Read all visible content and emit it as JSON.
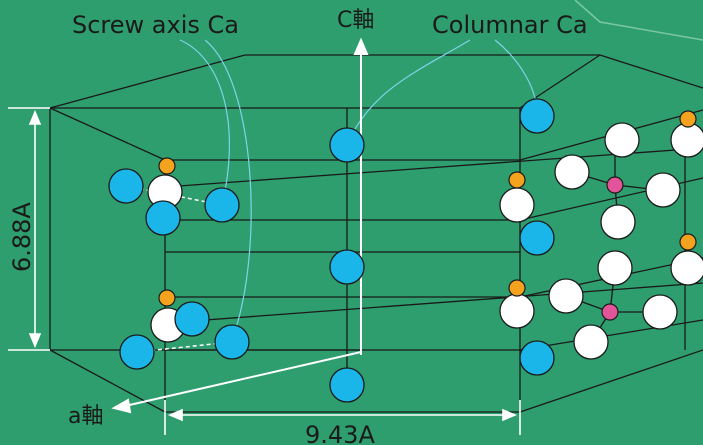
{
  "labels": {
    "screw_axis": "Screw axis Ca",
    "c_axis": "C軸",
    "columnar": "Columnar Ca",
    "height": "6.88A",
    "a_axis": "a軸",
    "width": "9.43A"
  },
  "colors": {
    "background": "#2e9e6e",
    "line": "#1a1a1a",
    "axis": "#ffffff",
    "ca": "#1ab6ea",
    "white_atom": "#ffffff",
    "orange_atom": "#f5a21e",
    "pink_atom": "#e2559a",
    "leader": "#7fd3e6"
  }
}
